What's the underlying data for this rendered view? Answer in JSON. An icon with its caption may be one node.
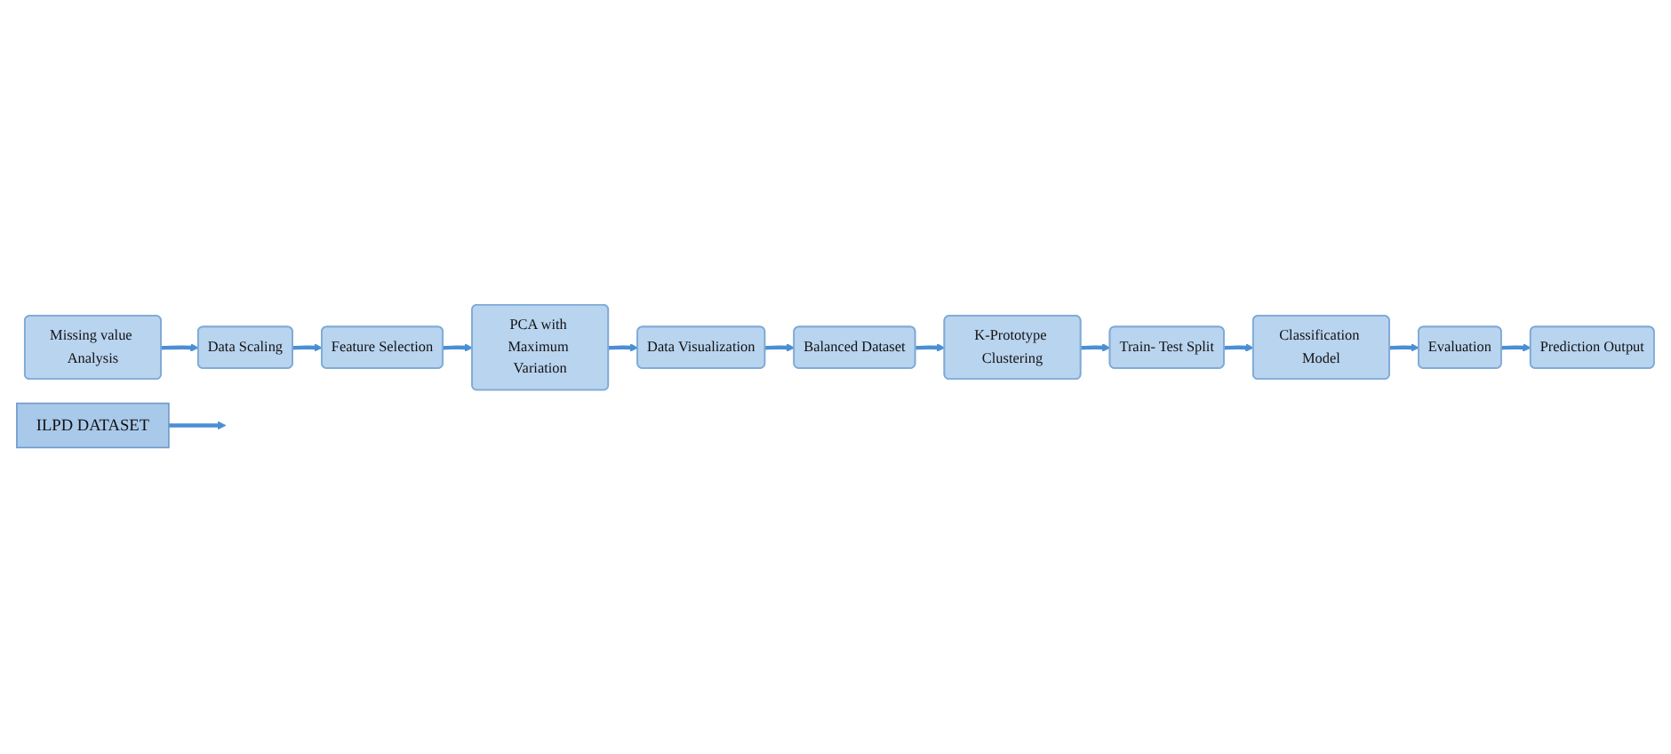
{
  "diagram": {
    "nodes": [
      {
        "text": [
          "ILPD DATASET"
        ]
      },
      {
        "text": [
          "Missing value Analysis"
        ]
      },
      {
        "text": [
          "Data Scaling"
        ]
      },
      {
        "text": [
          "Feature Selection"
        ]
      },
      {
        "text": [
          "PCA with Maximum Variation"
        ]
      },
      {
        "text": [
          "Train- Test Split"
        ]
      },
      {
        "text": [
          "K-Prototype Clustering"
        ]
      },
      {
        "text": [
          "Balanced Dataset"
        ]
      },
      {
        "text": [
          "Data Visualization"
        ]
      },
      {
        "text": [
          "Classification Model"
        ]
      },
      {
        "text": [
          "Evaluation"
        ]
      },
      {
        "text": [
          "Prediction Output"
        ]
      }
    ],
    "edges": [
      {
        "from": 0,
        "to": null,
        "arrow": "to"
      },
      {
        "from": 1,
        "to": 2,
        "arrow": "to"
      },
      {
        "from": 2,
        "to": 3,
        "arrow": "to"
      },
      {
        "from": 3,
        "to": 4,
        "arrow": "to"
      },
      {
        "from": 4,
        "to": 8,
        "arrow": "to"
      },
      {
        "from": 8,
        "to": 7,
        "arrow": "to"
      },
      {
        "from": 7,
        "to": 6,
        "arrow": "to"
      },
      {
        "from": 6,
        "to": 5,
        "arrow": "to"
      },
      {
        "from": 5,
        "to": 9,
        "arrow": "to"
      },
      {
        "from": 9,
        "to": 10,
        "arrow": "to"
      },
      {
        "from": 10,
        "to": 11,
        "arrow": "to"
      }
    ]
  }
}
